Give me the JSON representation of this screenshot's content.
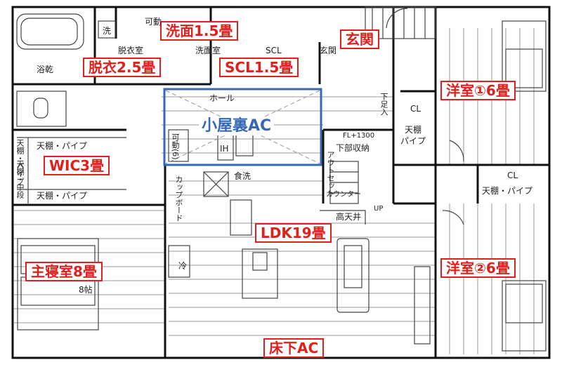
{
  "labels": {
    "senmen": "洗面1.5畳",
    "datsui": "脱衣2.5畳",
    "scl": "SCL1.5畳",
    "genkan": "玄関",
    "yoshitsu1": "洋室①6畳",
    "yoshitsu2": "洋室②6畳",
    "koyaura": "小屋裏AC",
    "wic": "WIC3畳",
    "ldk": "LDK19畳",
    "shushin": "主寝室8畳",
    "yukashita": "床下AC"
  },
  "plan_text": {
    "sen": "洗",
    "kado": "可動",
    "datsuishitsu": "脱衣室",
    "senmenshitsu": "洗面室",
    "scl_small": "SCL",
    "genkan_small": "玄関",
    "yokkan": "浴乾",
    "hall": "ホール",
    "cl1": "CL",
    "tenjo_pipe1": "天棚",
    "tenjo_pipe1b": "パイプ",
    "cl2": "CL",
    "tenjo_pipe2": "天棚・パイプ",
    "fl1300": "FL+1300",
    "kabu_shuno": "下部収納",
    "outlet": "アウトセット",
    "counter": "カウンター",
    "kotenjo": "高天井",
    "up": "UP",
    "wic_pipe1": "天棚・パイプ",
    "wic_pipe2": "天棚・パイプ",
    "wic_vert1": "天棚・パイプ",
    "wic_vert2": "天棚・中段",
    "kado6": "可動(6)",
    "ih": "IH",
    "shokusen": "食洗",
    "cupboard": "カップボード",
    "rei": "冷",
    "hachijo": "8帖",
    "kutsuire": "下足入"
  },
  "colors": {
    "accent_red": "#e0201c",
    "accent_blue": "#3569b8",
    "wall": "#111111",
    "line": "#444444"
  }
}
